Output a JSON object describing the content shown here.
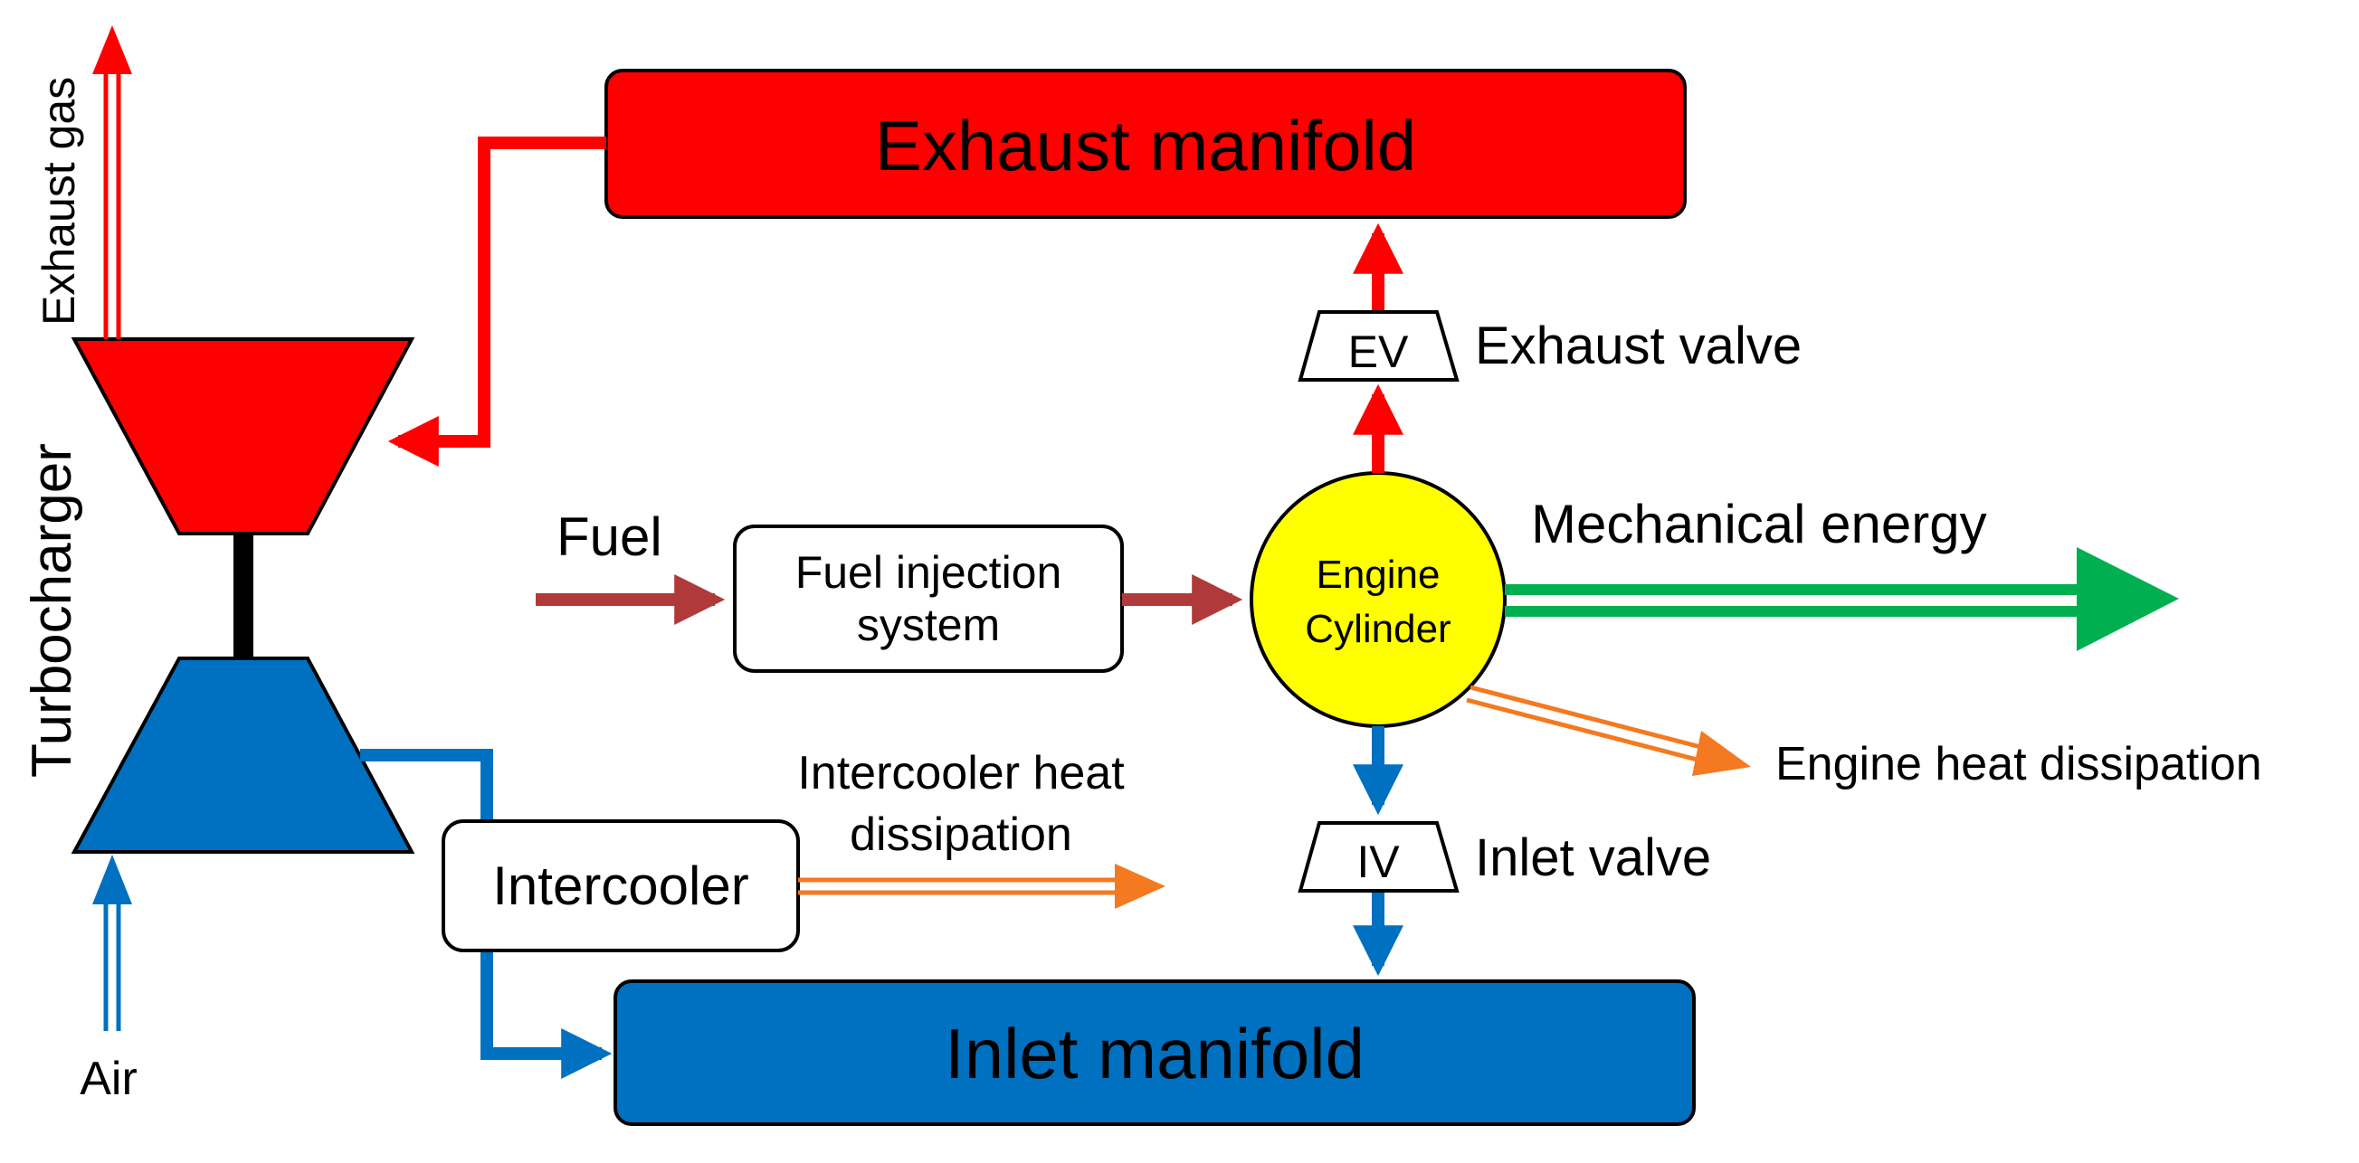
{
  "labels": {
    "exhaust_manifold": "Exhaust manifold",
    "inlet_manifold": "Inlet manifold",
    "exhaust_gas": "Exhaust gas",
    "turbocharger": "Turbocharger",
    "air": "Air",
    "fuel": "Fuel",
    "fuel_injection_line1": "Fuel injection",
    "fuel_injection_line2": "system",
    "engine_line1": "Engine",
    "engine_line2": "Cylinder",
    "ev": "EV",
    "exhaust_valve": "Exhaust valve",
    "iv": "IV",
    "inlet_valve": "Inlet valve",
    "mechanical_energy": "Mechanical energy",
    "engine_heat": "Engine heat dissipation",
    "intercooler": "Intercooler",
    "intercooler_heat_line1": "Intercooler heat",
    "intercooler_heat_line2": "dissipation"
  },
  "colors": {
    "exhaust": "#ff0000",
    "inlet": "#0070c0",
    "fuel": "#b03a3a",
    "mechanical": "#00b050",
    "heat": "#f47920",
    "cylinder": "#ffff00"
  }
}
